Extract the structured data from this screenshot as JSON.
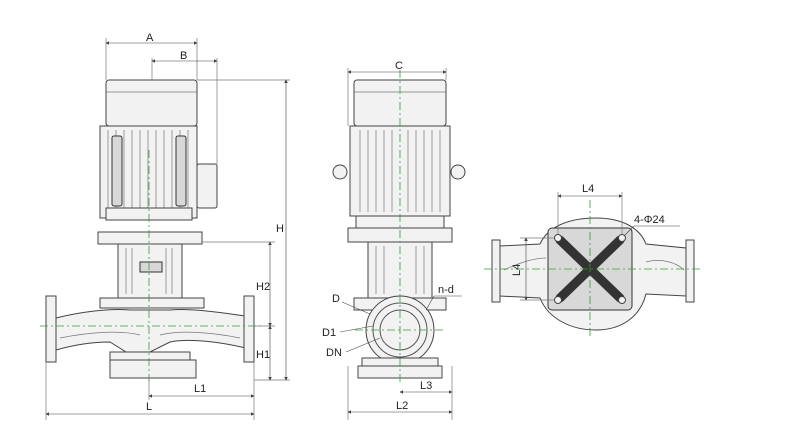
{
  "side_view": {
    "dim_A": "A",
    "dim_B": "B",
    "dim_H": "H",
    "dim_H2": "H2",
    "dim_H1": "H1",
    "dim_L1": "L1",
    "dim_L": "L"
  },
  "front_view": {
    "dim_C": "C",
    "label_D": "D",
    "label_D1": "D1",
    "label_DN": "DN",
    "label_nd": "n-d",
    "dim_L3": "L3",
    "dim_L2": "L2"
  },
  "top_view": {
    "dim_L4_h": "L4",
    "dim_L4_v": "L4",
    "bolt_holes": "4-Φ24"
  },
  "colors": {
    "centerline": "#3a9a3a",
    "outline": "#444444"
  }
}
